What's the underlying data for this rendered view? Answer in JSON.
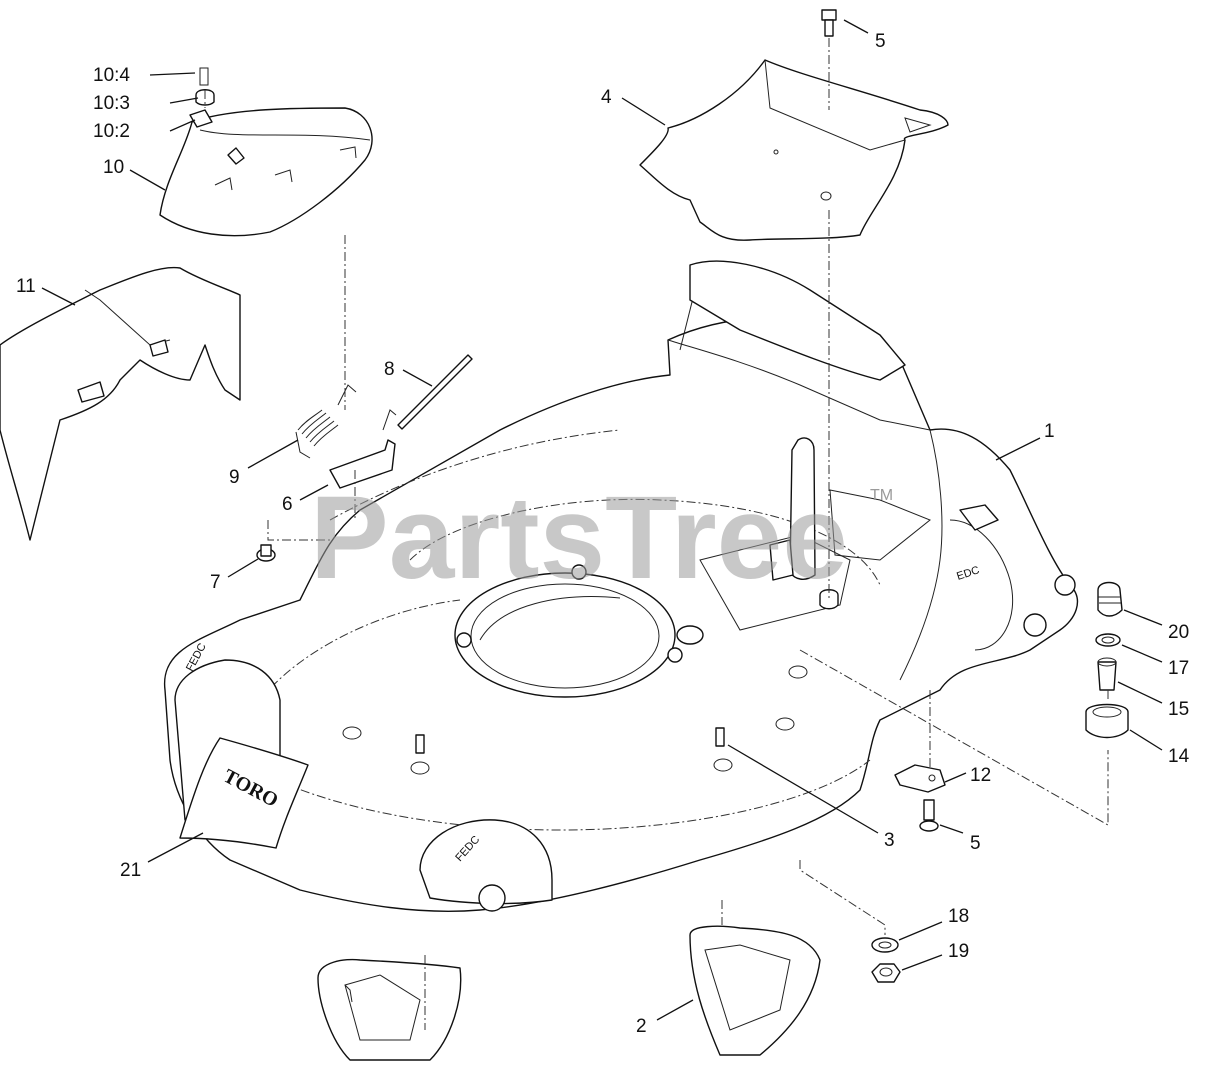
{
  "watermark": {
    "text": "PartsTree",
    "tm": "TM"
  },
  "brand_decal": "TORO",
  "deck_markings": {
    "front_left": "FEDC",
    "front_right": "FEDC",
    "rear_right": "EDC"
  },
  "callouts": [
    {
      "id": "c-5-top",
      "label": "5"
    },
    {
      "id": "c-4",
      "label": "4"
    },
    {
      "id": "c-10-4",
      "label": "10:4"
    },
    {
      "id": "c-10-3",
      "label": "10:3"
    },
    {
      "id": "c-10-2",
      "label": "10:2"
    },
    {
      "id": "c-10",
      "label": "10"
    },
    {
      "id": "c-11",
      "label": "11"
    },
    {
      "id": "c-8",
      "label": "8"
    },
    {
      "id": "c-9",
      "label": "9"
    },
    {
      "id": "c-6",
      "label": "6"
    },
    {
      "id": "c-7",
      "label": "7"
    },
    {
      "id": "c-1",
      "label": "1"
    },
    {
      "id": "c-20",
      "label": "20"
    },
    {
      "id": "c-17",
      "label": "17"
    },
    {
      "id": "c-15",
      "label": "15"
    },
    {
      "id": "c-14",
      "label": "14"
    },
    {
      "id": "c-12",
      "label": "12"
    },
    {
      "id": "c-5-bottom",
      "label": "5"
    },
    {
      "id": "c-3",
      "label": "3"
    },
    {
      "id": "c-21",
      "label": "21"
    },
    {
      "id": "c-18",
      "label": "18"
    },
    {
      "id": "c-19",
      "label": "19"
    },
    {
      "id": "c-2",
      "label": "2"
    }
  ]
}
